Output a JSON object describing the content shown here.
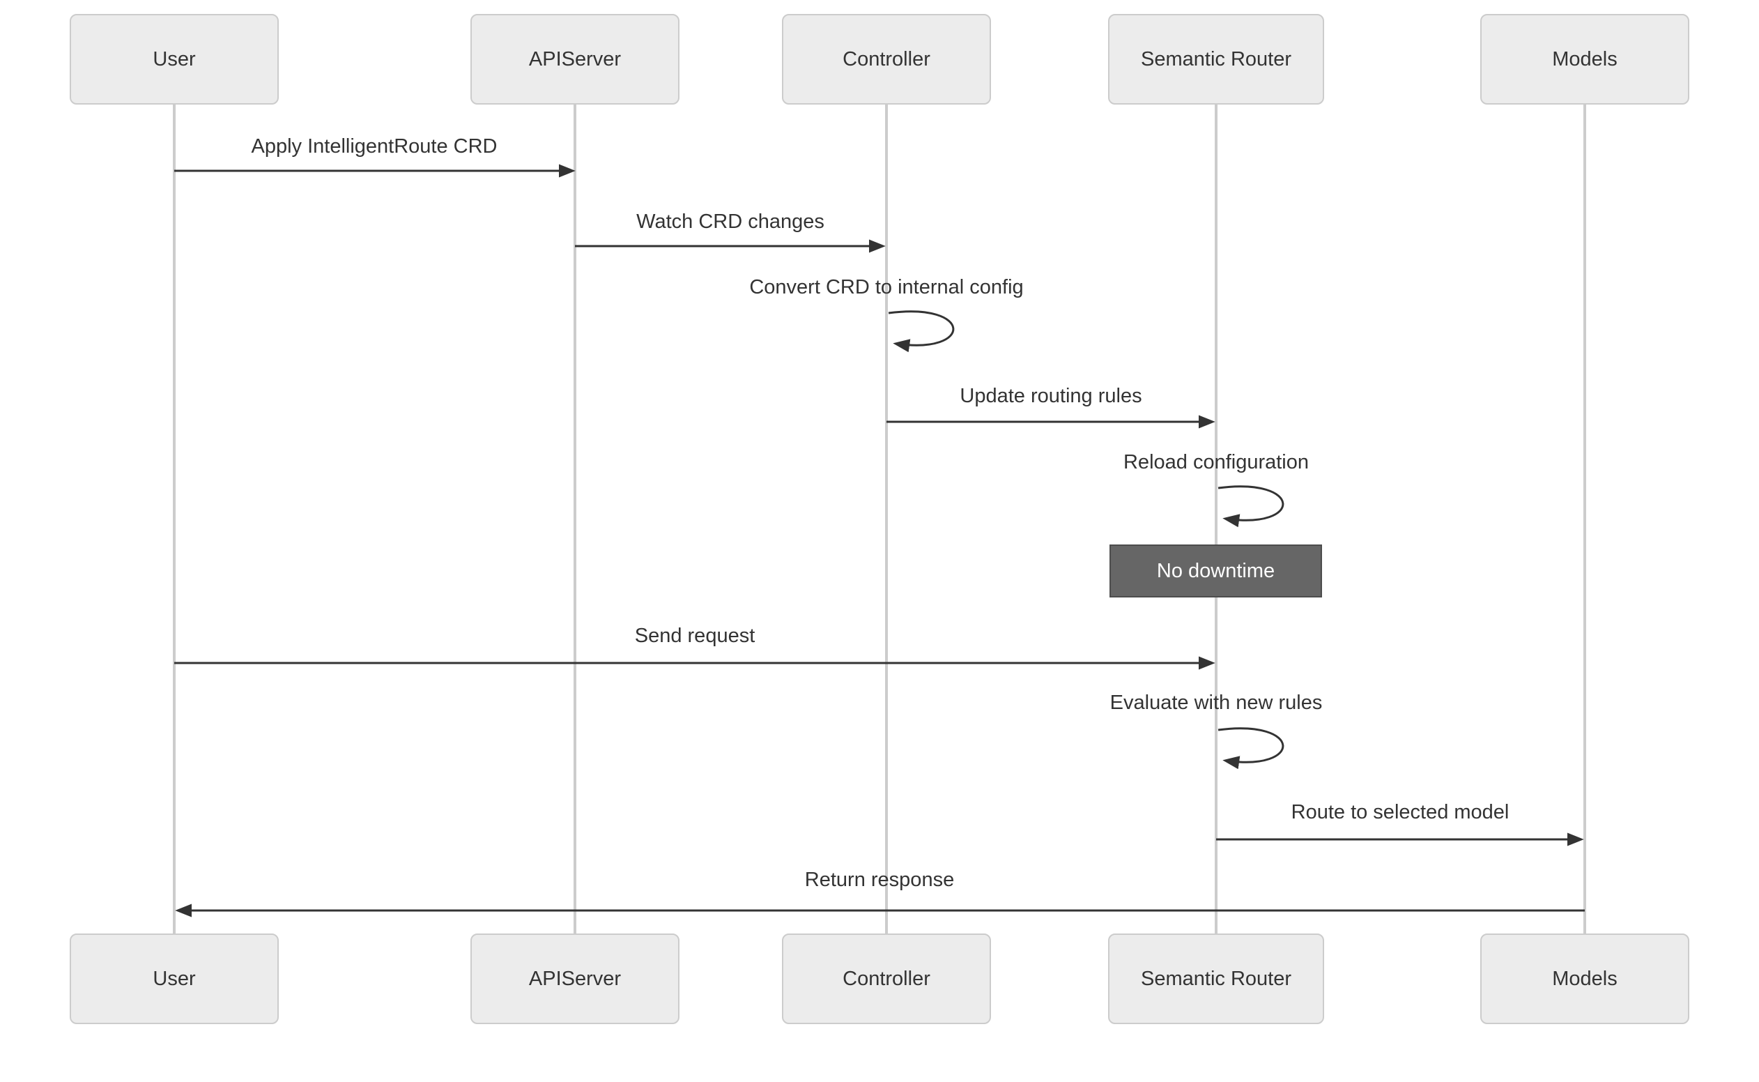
{
  "diagram": {
    "type": "sequence-diagram",
    "participants": [
      {
        "name": "User"
      },
      {
        "name": "APIServer"
      },
      {
        "name": "Controller"
      },
      {
        "name": "Semantic Router"
      },
      {
        "name": "Models"
      }
    ],
    "messages": [
      {
        "label": "Apply IntelligentRoute CRD",
        "from": "User",
        "to": "APIServer",
        "kind": "solid-arrow"
      },
      {
        "label": "Watch CRD changes",
        "from": "APIServer",
        "to": "Controller",
        "kind": "solid-arrow"
      },
      {
        "label": "Convert CRD to internal config",
        "from": "Controller",
        "to": "Controller",
        "kind": "self-loop"
      },
      {
        "label": "Update routing rules",
        "from": "Controller",
        "to": "Semantic Router",
        "kind": "solid-arrow"
      },
      {
        "label": "Reload configuration",
        "from": "Semantic Router",
        "to": "Semantic Router",
        "kind": "self-loop"
      },
      {
        "label": "Send request",
        "from": "User",
        "to": "Semantic Router",
        "kind": "solid-arrow"
      },
      {
        "label": "Evaluate with new rules",
        "from": "Semantic Router",
        "to": "Semantic Router",
        "kind": "self-loop"
      },
      {
        "label": "Route to selected model",
        "from": "Semantic Router",
        "to": "Models",
        "kind": "solid-arrow"
      },
      {
        "label": "Return response",
        "from": "Models",
        "to": "User",
        "kind": "solid-arrow"
      }
    ],
    "note": {
      "label": "No downtime",
      "over": "Semantic Router"
    },
    "colors": {
      "background": "#ffffff",
      "actor_fill": "#ececec",
      "actor_border": "#cccccc",
      "lifeline": "#cccccc",
      "arrow": "#333333",
      "text": "#333333",
      "note_fill": "#666666",
      "note_border": "#4d4d4d",
      "note_text": "#ffffff"
    }
  }
}
